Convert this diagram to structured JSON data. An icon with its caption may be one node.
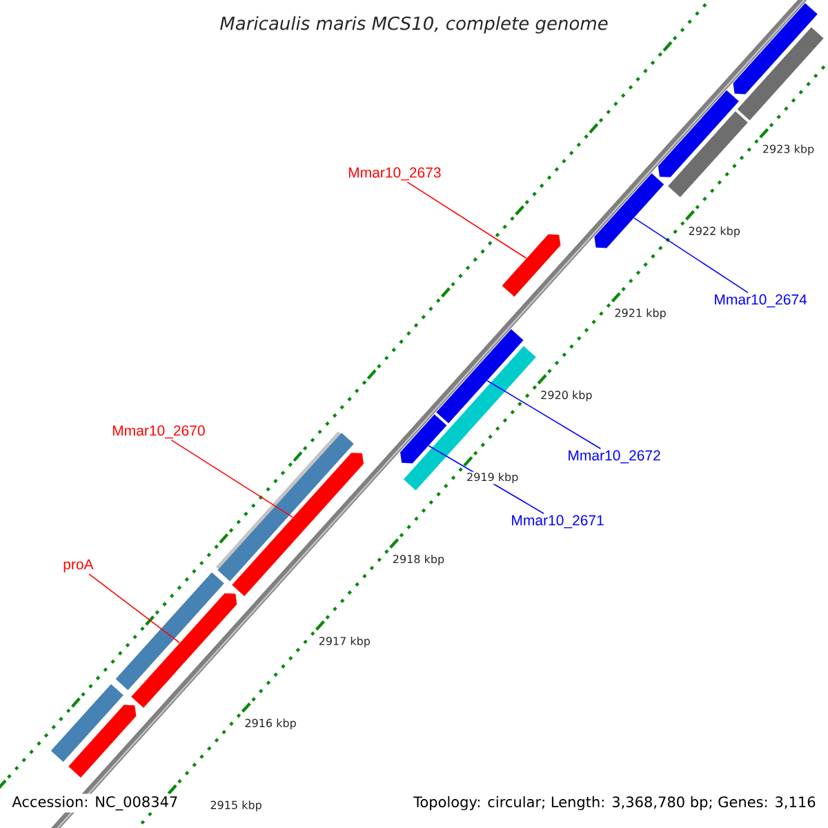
{
  "diagram": {
    "title": "Maricaulis maris MCS10, complete genome",
    "nodes": [
      {
        "text": [
          "Mmar10_2673"
        ]
      },
      {
        "text": [],
        "shape": "arrow"
      },
      {
        "text": [
          "Mmar10_2674"
        ]
      },
      {
        "text": [],
        "shape": "arrow"
      },
      {
        "text": [
          "Mmar10_2670"
        ]
      },
      {
        "text": [],
        "shape": "arrow"
      },
      {
        "text": [
          "Mmar10_2672"
        ]
      },
      {
        "text": [],
        "shape": "bar"
      },
      {
        "text": [
          "Mmar10_2671"
        ]
      },
      {
        "text": [],
        "shape": "arrow"
      },
      {
        "text": [
          "proA"
        ]
      },
      {
        "text": [],
        "shape": "arrow"
      },
      {
        "text": [],
        "shape": "bar"
      },
      {
        "text": [],
        "shape": "arrow"
      },
      {
        "text": [],
        "shape": "bar"
      },
      {
        "text": [],
        "shape": "arrow"
      },
      {
        "text": [],
        "shape": "bar"
      },
      {
        "text": [],
        "shape": "bar"
      },
      {
        "text": [],
        "shape": "bar"
      },
      {
        "text": [],
        "shape": "bar"
      },
      {
        "text": [],
        "shape": "bar"
      },
      {
        "text": [],
        "shape": "arrow"
      }
    ],
    "edges": [
      {
        "from": 0,
        "to": 1,
        "arrow": "none",
        "color": "#ff0000"
      },
      {
        "from": 2,
        "to": 3,
        "arrow": "none",
        "color": "#0000ff"
      },
      {
        "from": 4,
        "to": 5,
        "arrow": "none",
        "color": "#ff0000"
      },
      {
        "from": 6,
        "to": 7,
        "arrow": "none",
        "color": "#0000ff"
      },
      {
        "from": 8,
        "to": 9,
        "arrow": "none",
        "color": "#0000ff"
      },
      {
        "from": 10,
        "to": 11,
        "arrow": "none",
        "color": "#ff0000"
      }
    ],
    "labels": [
      "2923 kbp",
      "2922 kbp",
      "2921 kbp",
      "2920 kbp",
      "2919 kbp",
      "2918 kbp",
      "2917 kbp",
      "2916 kbp",
      "2915 kbp",
      "Accession: NC_008347",
      "Topology: circular; Length: 3,368,780 bp; Genes: 3,116"
    ]
  }
}
